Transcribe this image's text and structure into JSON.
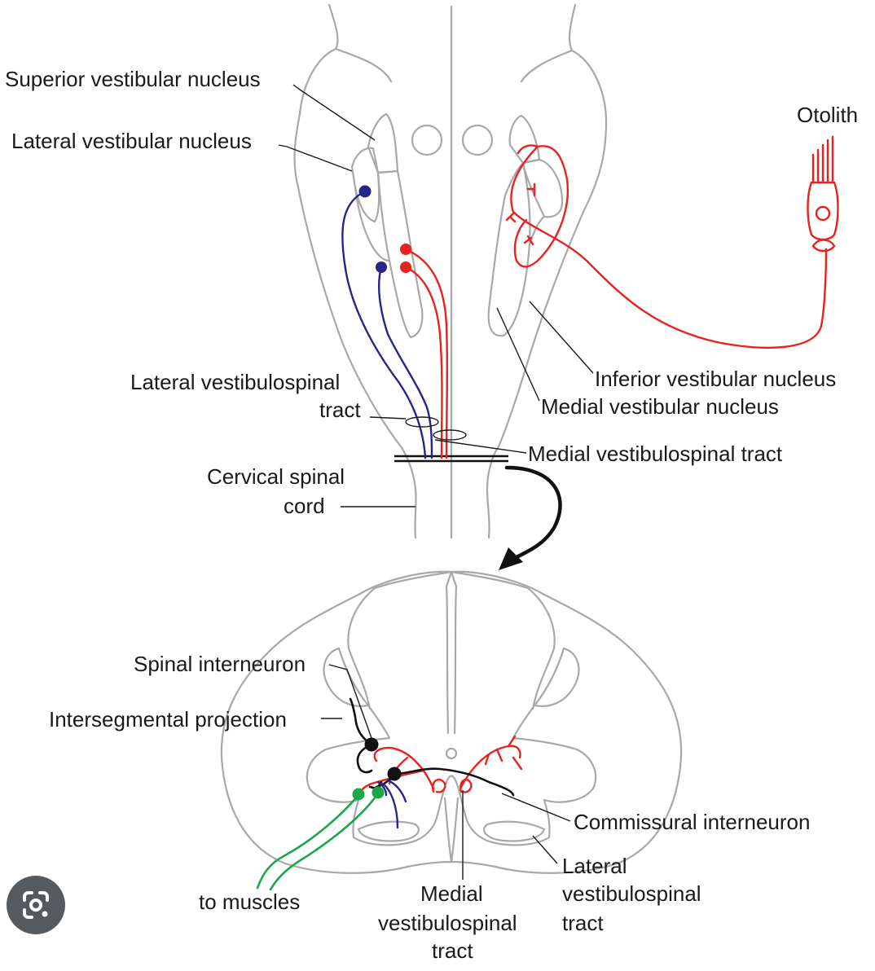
{
  "labels": {
    "superior_vestibular_nucleus": "Superior vestibular nucleus",
    "lateral_vestibular_nucleus": "Lateral vestibular nucleus",
    "otolith": "Otolith",
    "lateral_vestibulospinal_tract_line1": "Lateral vestibulospinal",
    "lateral_vestibulospinal_tract_line2": "tract",
    "inferior_vestibular_nucleus": "Inferior vestibular nucleus",
    "medial_vestibular_nucleus": "Medial vestibular nucleus",
    "medial_vestibulospinal_tract": "Medial vestibulospinal tract",
    "cervical_spinal_cord_line1": "Cervical spinal",
    "cervical_spinal_cord_line2": "cord",
    "spinal_interneuron": "Spinal interneuron",
    "intersegmental_projection": "Intersegmental projection",
    "commissural_interneuron": "Commissural interneuron",
    "to_muscles": "to muscles",
    "bottom_medial_line1": "Medial",
    "bottom_medial_line2": "vestibulospinal",
    "bottom_medial_line3": "tract",
    "bottom_lateral_line1": "Lateral",
    "bottom_lateral_line2": "vestibulospinal",
    "bottom_lateral_line3": "tract"
  },
  "colors": {
    "anatomy_outline": "#a8a8a8",
    "lateral_tract_neurons": "#26268a",
    "medial_tract_neurons": "#e8231f",
    "motor_neurons": "#1aa64a",
    "interneurons": "#111111",
    "lens_button": "#555a5e"
  },
  "icons": {
    "lens_button": "camera-lens-icon"
  }
}
